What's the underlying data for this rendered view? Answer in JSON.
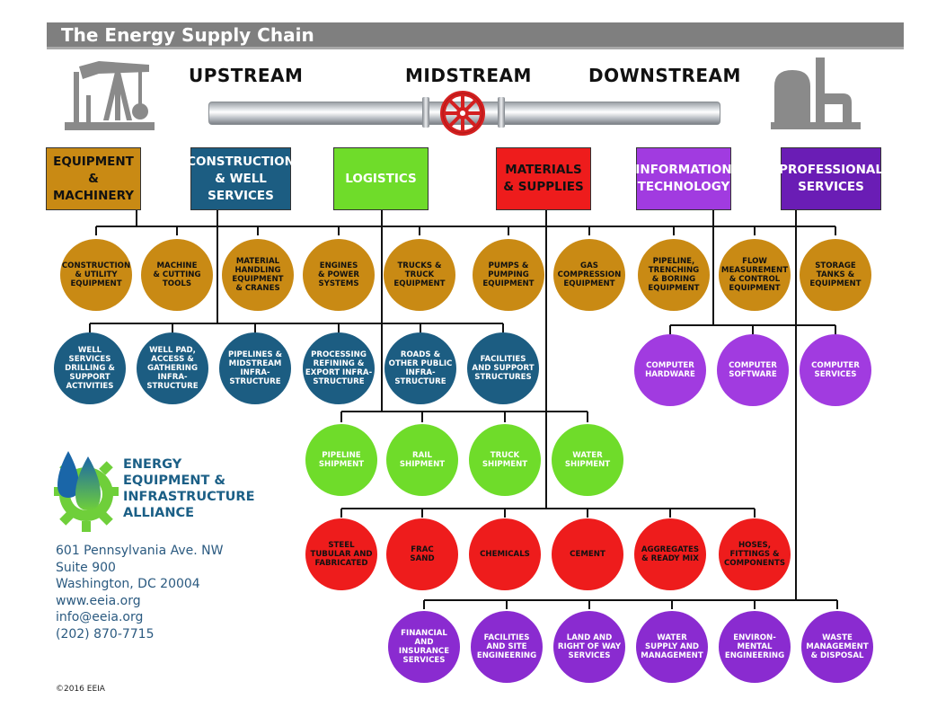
{
  "title": "The Energy Supply Chain",
  "streams": {
    "upstream": "UPSTREAM",
    "midstream": "MIDSTREAM",
    "downstream": "DOWNSTREAM"
  },
  "icons": {
    "left": "pump-jack-icon",
    "right": "refinery-icon",
    "center": "valve-wheel-icon"
  },
  "colors": {
    "equipment": "#c98a14",
    "construction": "#1c5d82",
    "logistics": "#6fdc2a",
    "materials": "#ee1c1c",
    "it": "#a13be0",
    "professional": "#6a1db5",
    "professional_circle": "#8a2bd0"
  },
  "categories": [
    {
      "label": "EQUIPMENT\n& MACHINERY",
      "color": "#c98a14",
      "text_color": "#111111"
    },
    {
      "label": "CONSTRUCTION\n& WELL SERVICES",
      "color": "#1c5d82",
      "text_color": "#ffffff"
    },
    {
      "label": "LOGISTICS",
      "color": "#6fdc2a",
      "text_color": "#ffffff"
    },
    {
      "label": "MATERIALS\n& SUPPLIES",
      "color": "#ee1c1c",
      "text_color": "#111111"
    },
    {
      "label": "INFORMATION\nTECHNOLOGY",
      "color": "#a13be0",
      "text_color": "#ffffff"
    },
    {
      "label": "PROFESSIONAL\nSERVICES",
      "color": "#6a1db5",
      "text_color": "#ffffff"
    }
  ],
  "equipment_items": [
    "CONSTRUCTION\n& UTILITY\nEQUIPMENT",
    "MACHINE\n& CUTTING\nTOOLS",
    "MATERIAL\nHANDLING\nEQUIPMENT\n& CRANES",
    "ENGINES\n& POWER\nSYSTEMS",
    "TRUCKS &\nTRUCK\nEQUIPMENT",
    "PUMPS &\nPUMPING\nEQUIPMENT",
    "GAS\nCOMPRESSION\nEQUIPMENT",
    "PIPELINE,\nTRENCHING\n& BORING\nEQUIPMENT",
    "FLOW\nMEASUREMENT\n& CONTROL\nEQUIPMENT",
    "STORAGE\nTANKS &\nEQUIPMENT"
  ],
  "construction_items": [
    "WELL SERVICES\nDRILLING &\nSUPPORT\nACTIVITIES",
    "WELL PAD,\nACCESS &\nGATHERING\nINFRA-\nSTRUCTURE",
    "PIPELINES &\nMIDSTREAM\nINFRA-\nSTRUCTURE",
    "PROCESSING\nREFINING &\nEXPORT INFRA-\nSTRUCTURE",
    "ROADS &\nOTHER PUBLIC\nINFRA-\nSTRUCTURE",
    "FACILITIES\nAND SUPPORT\nSTRUCTURES"
  ],
  "it_items": [
    "COMPUTER\nHARDWARE",
    "COMPUTER\nSOFTWARE",
    "COMPUTER\nSERVICES"
  ],
  "logistics_items": [
    "PIPELINE\nSHIPMENT",
    "RAIL\nSHIPMENT",
    "TRUCK\nSHIPMENT",
    "WATER\nSHIPMENT"
  ],
  "materials_items": [
    "STEEL\nTUBULAR AND\nFABRICATED",
    "FRAC\nSAND",
    "CHEMICALS",
    "CEMENT",
    "AGGREGATES\n& READY MIX",
    "HOSES,\nFITTINGS &\nCOMPONENTS"
  ],
  "professional_items": [
    "FINANCIAL\nAND INSURANCE\nSERVICES",
    "FACILITIES\nAND SITE\nENGINEERING",
    "LAND AND\nRIGHT OF WAY\nSERVICES",
    "WATER\nSUPPLY AND\nMANAGEMENT",
    "ENVIRON-\nMENTAL\nENGINEERING",
    "WASTE\nMANAGEMENT\n& DISPOSAL"
  ],
  "organization": {
    "name": "ENERGY\nEQUIPMENT &\nINFRASTRUCTURE\nALLIANCE",
    "logo_icon": "drop-gear-logo-icon",
    "address_lines": [
      "601 Pennsylvania Ave. NW",
      "Suite 900",
      "Washington, DC 20004",
      "www.eeia.org",
      "info@eeia.org",
      "(202) 870-7715"
    ],
    "copyright": "©2016 EEIA"
  }
}
